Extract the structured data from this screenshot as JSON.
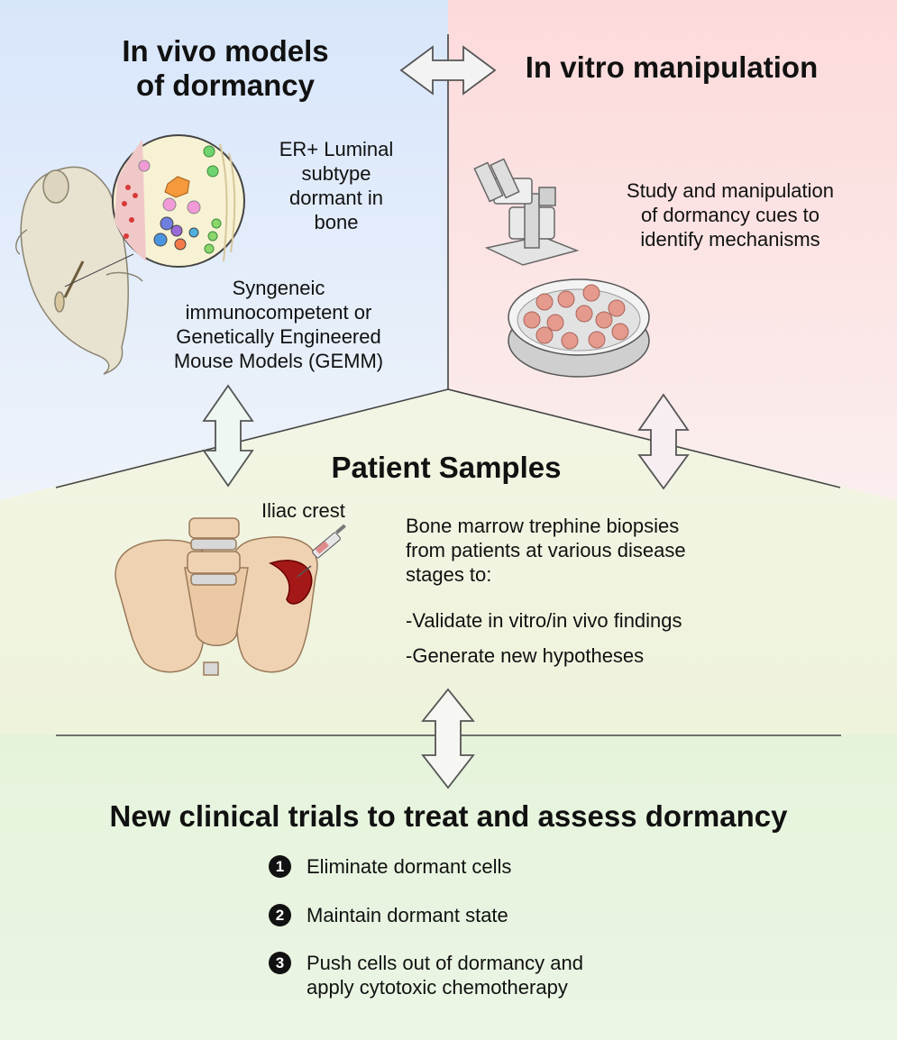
{
  "invivo": {
    "title_line1": "In vivo models",
    "title_line2": "of dormancy",
    "er_line1": "ER+ Luminal",
    "er_line2": "subtype",
    "er_line3": "dormant in",
    "er_line4": "bone",
    "models_line1": "Syngeneic",
    "models_line2": "immunocompetent or",
    "models_line3": "Genetically Engineered",
    "models_line4": "Mouse Models (GEMM)"
  },
  "invitro": {
    "title": "In vitro manipulation",
    "desc_line1": "Study and manipulation",
    "desc_line2": "of dormancy cues to",
    "desc_line3": "identify mechanisms"
  },
  "patient": {
    "title": "Patient Samples",
    "iliac_label": "Iliac crest",
    "desc_line1": "Bone marrow trephine biopsies",
    "desc_line2": "from patients at various disease",
    "desc_line3": "stages to:",
    "point1": "-Validate in vitro/in vivo findings",
    "point2": "-Generate new hypotheses"
  },
  "clinical": {
    "title": "New clinical trials to treat and assess dormancy",
    "items": [
      {
        "num": "1",
        "line1": "Eliminate dormant cells",
        "line2": ""
      },
      {
        "num": "2",
        "line1": "Maintain dormant state",
        "line2": ""
      },
      {
        "num": "3",
        "line1": "Push cells out of dormancy and",
        "line2": "apply cytotoxic chemotherapy"
      }
    ]
  },
  "colors": {
    "invivo_bg": "#dde9fb",
    "invitro_bg": "#fcdede",
    "patient_bg": "#f1f4de",
    "clinical_bg": "#e5f3dd",
    "divider": "#444444"
  }
}
